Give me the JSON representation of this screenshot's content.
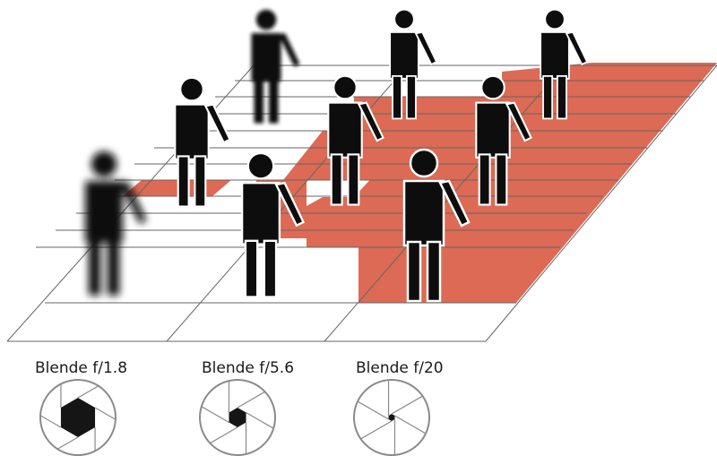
{
  "colors": {
    "sharp_zone": "#dc6a54",
    "figure": "#0d0d0d",
    "grid_line": "#555555"
  },
  "apertures": [
    {
      "label": "Blende f/1.8",
      "opening": "large"
    },
    {
      "label": "Blende f/5.6",
      "opening": "medium"
    },
    {
      "label": "Blende f/20",
      "opening": "small"
    }
  ],
  "figures": [
    {
      "id": "far-center",
      "focus": "blurred"
    },
    {
      "id": "far-middle",
      "focus": "sharp"
    },
    {
      "id": "far-right",
      "focus": "sharp"
    },
    {
      "id": "mid-left",
      "focus": "sharp"
    },
    {
      "id": "mid-center",
      "focus": "sharp"
    },
    {
      "id": "mid-right",
      "focus": "sharp"
    },
    {
      "id": "near-left",
      "focus": "blurred"
    },
    {
      "id": "near-center",
      "focus": "sharp"
    },
    {
      "id": "near-right",
      "focus": "sharp"
    }
  ]
}
